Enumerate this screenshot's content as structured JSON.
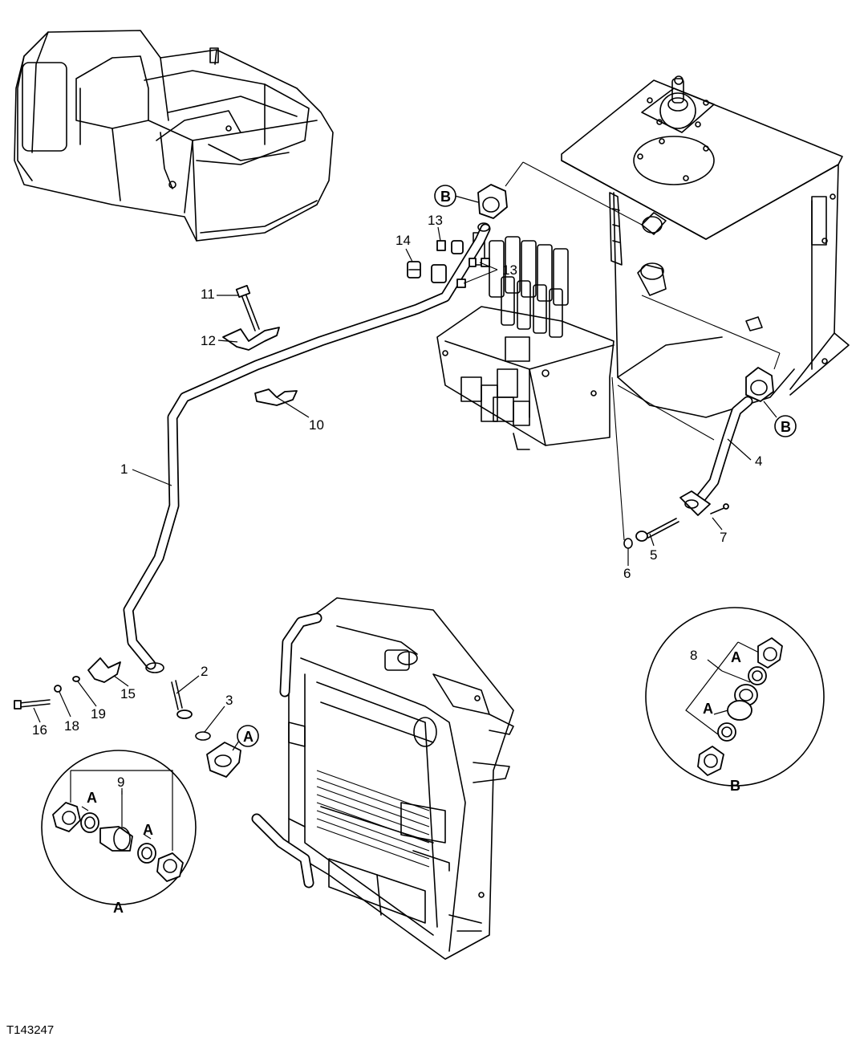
{
  "figure_id": "T143247",
  "callouts": {
    "c1": "1",
    "c2": "2",
    "c3": "3",
    "c4": "4",
    "c5": "5",
    "c6": "6",
    "c7": "7",
    "c8": "8",
    "c9": "9",
    "c10": "10",
    "c11": "11",
    "c12": "12",
    "c13a": "13",
    "c13b": "13",
    "c14": "14",
    "c15": "15",
    "c16": "16",
    "c18": "18",
    "c19": "19"
  },
  "detail_refs": {
    "a_ref": "A",
    "b_ref_top": "B",
    "b_ref_right": "B",
    "detail_a_title": "A",
    "detail_b_title": "B",
    "detail_a_label_1": "A",
    "detail_a_label_2": "A",
    "detail_b_label_1": "A",
    "detail_b_label_2": "A"
  }
}
